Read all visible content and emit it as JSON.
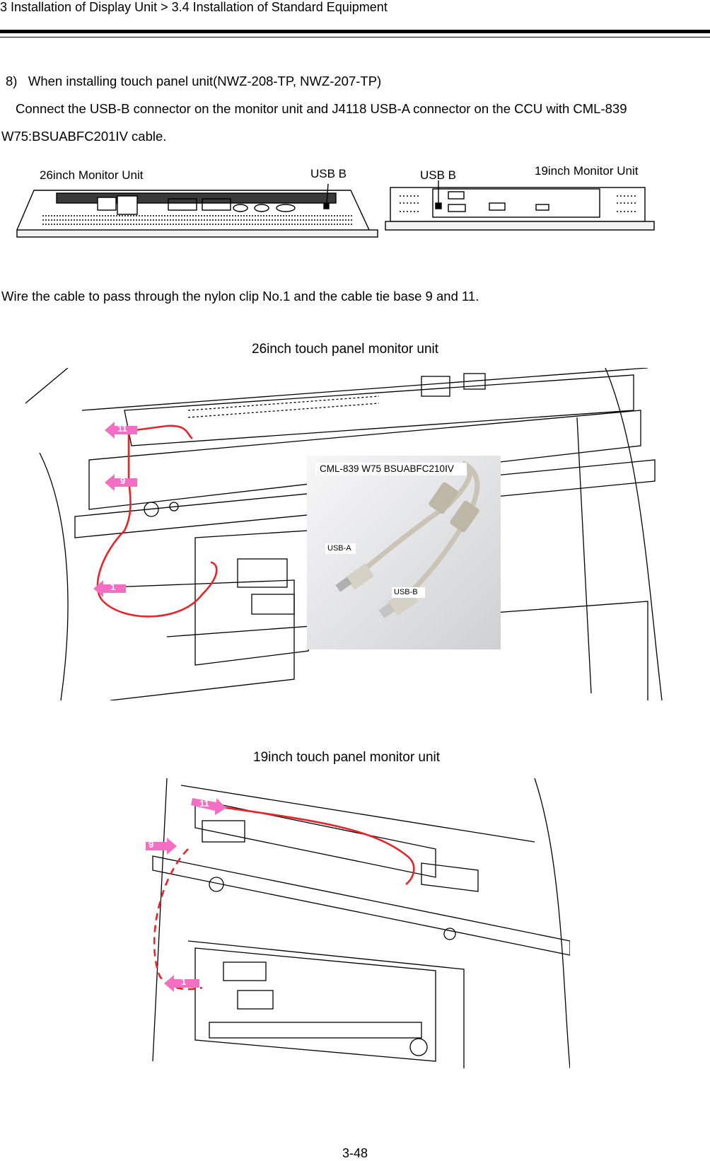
{
  "header": {
    "breadcrumb": "3 Installation of Display Unit > 3.4 Installation of Standard Equipment"
  },
  "body": {
    "step_heading": "8)   When installing touch panel unit(NWZ-208-TP, NWZ-207-TP)",
    "step_line1": "Connect the USB-B connector on the monitor unit and J4118 USB-A connector on the CCU with CML-839",
    "step_line2": "W75:BSUABFC201IV cable.",
    "wiring_note": "Wire the cable to pass through the nylon clip No.1 and the cable tie base 9 and 11."
  },
  "rear_panels": {
    "monitor26_label": "26inch Monitor Unit",
    "usb_b_left": "USB B",
    "usb_b_right": "USB B",
    "monitor19_label": "19inch Monitor Unit"
  },
  "figure26": {
    "caption": "26inch touch panel monitor unit",
    "cable_label": "CML-839 W75 BSUABFC210IV",
    "usb_a_label": "USB-A",
    "usb_b_label": "USB-B",
    "markers": [
      "11",
      "9",
      "1"
    ]
  },
  "figure19": {
    "caption": "19inch touch panel monitor unit",
    "markers": [
      "11",
      "9",
      "1"
    ]
  },
  "colors": {
    "cable": "#e8232a",
    "marker": "#f36fc4",
    "line": "#000000"
  },
  "footer": {
    "page_number": "3-48"
  }
}
